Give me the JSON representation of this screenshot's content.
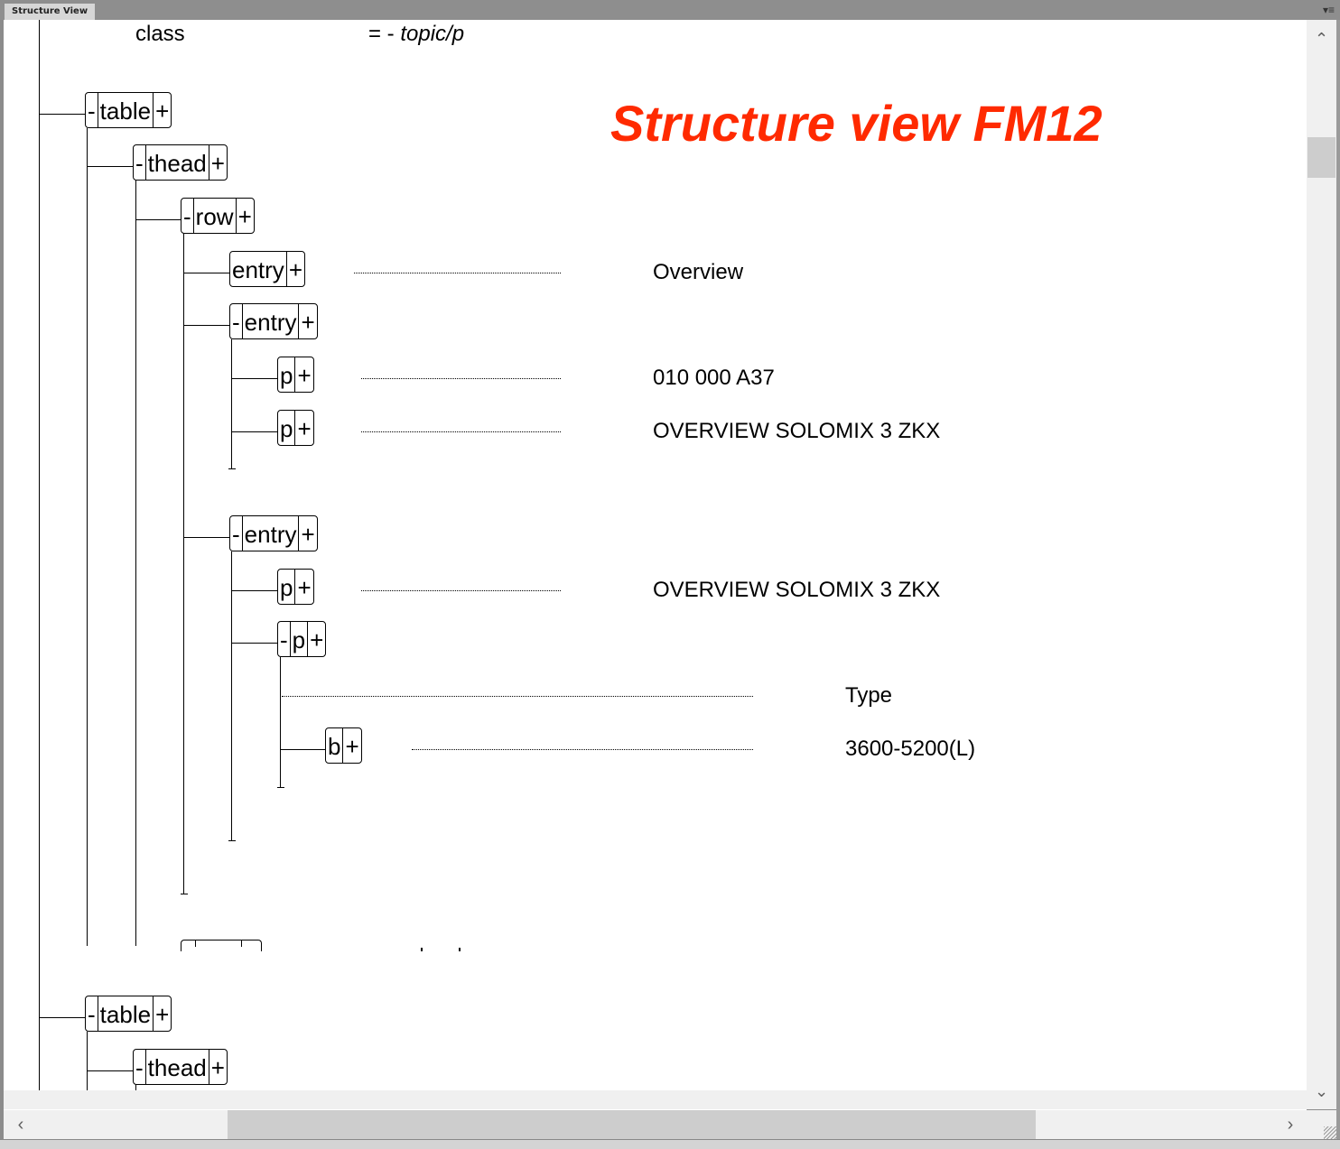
{
  "panel": {
    "tab_label": "Structure View",
    "menu_icon": "panel-menu-icon",
    "menu_glyph": "▾≡"
  },
  "overlay_title": "Structure view FM12",
  "attribute": {
    "name": "class",
    "operator": "= -",
    "value": "topic/p"
  },
  "tree": {
    "table1": {
      "expand": "-",
      "label": "table",
      "add": "+"
    },
    "thead1": {
      "expand": "-",
      "label": "thead",
      "add": "+"
    },
    "row1": {
      "expand": "-",
      "label": "row",
      "add": "+"
    },
    "entry1": {
      "label": "entry",
      "add": "+",
      "content": "Overview"
    },
    "entry2": {
      "expand": "-",
      "label": "entry",
      "add": "+"
    },
    "entry2_p1": {
      "label": "p",
      "add": "+",
      "content": "010 000 A37"
    },
    "entry2_p2": {
      "label": "p",
      "add": "+",
      "content": "OVERVIEW SOLOMIX 3 ZKX"
    },
    "entry3": {
      "expand": "-",
      "label": "entry",
      "add": "+"
    },
    "entry3_p1": {
      "label": "p",
      "add": "+",
      "content": "OVERVIEW SOLOMIX 3 ZKX"
    },
    "entry3_p2": {
      "expand": "-",
      "label": "p",
      "add": "+",
      "text_content": "Type"
    },
    "entry3_b": {
      "label": "b",
      "add": "+",
      "content": "3600-5200(L)"
    },
    "table2": {
      "expand": "-",
      "label": "table",
      "add": "+"
    },
    "thead2": {
      "expand": "-",
      "label": "thead",
      "add": "+"
    }
  },
  "scrollbars": {
    "up": "⌃",
    "down": "⌄",
    "left": "‹",
    "right": "›"
  }
}
